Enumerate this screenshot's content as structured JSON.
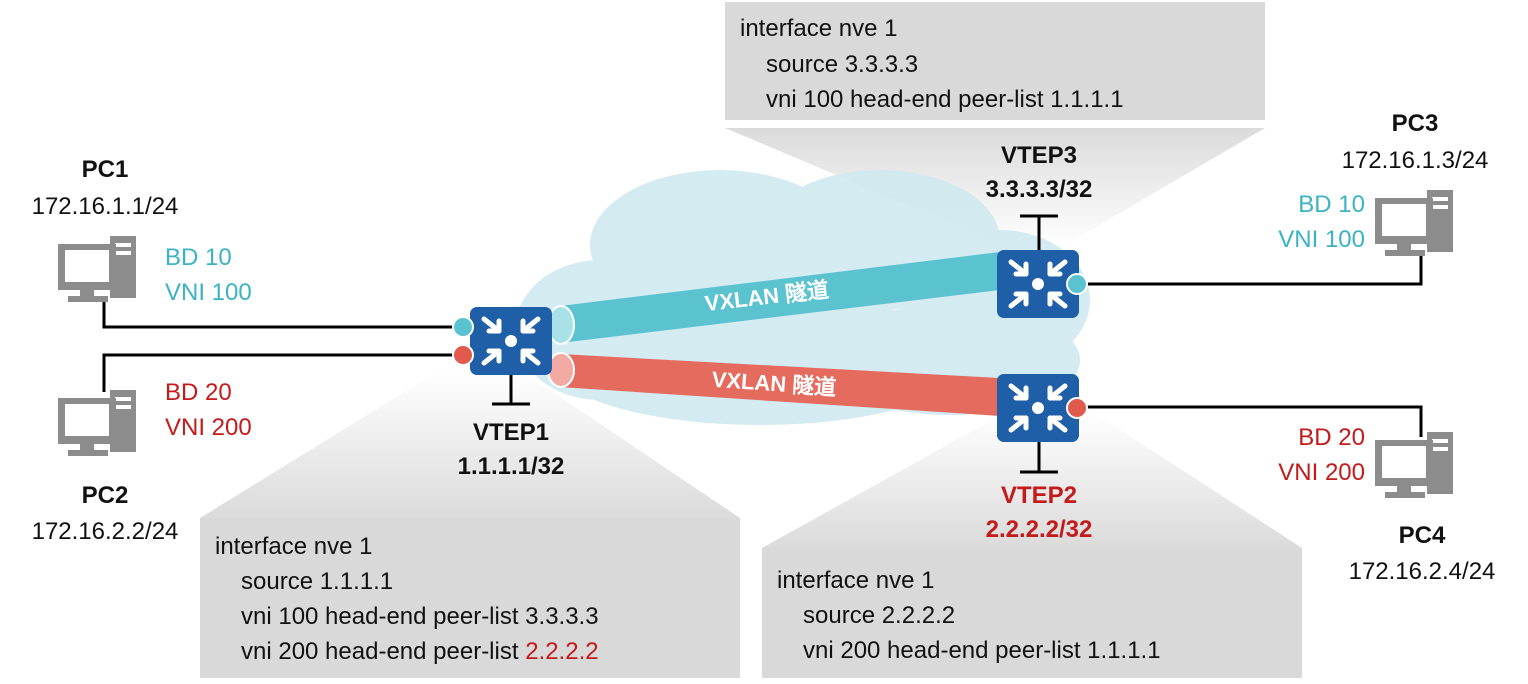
{
  "colors": {
    "teal": "#3bb3c3",
    "red": "#c41a1a",
    "tunnel_teal": "#5bc3d0",
    "tunnel_red": "#e66b5f",
    "switch_blue": "#1f5fa8",
    "cloud": "#cfe9f0",
    "config_box": "#d9d9d9"
  },
  "pcs": {
    "pc1": {
      "name": "PC1",
      "ip": "172.16.1.1/24",
      "bd": "BD 10",
      "vni": "VNI 100"
    },
    "pc2": {
      "name": "PC2",
      "ip": "172.16.2.2/24",
      "bd": "BD 20",
      "vni": "VNI 200"
    },
    "pc3": {
      "name": "PC3",
      "ip": "172.16.1.3/24",
      "bd": "BD 10",
      "vni": "VNI 100"
    },
    "pc4": {
      "name": "PC4",
      "ip": "172.16.2.4/24",
      "bd": "BD 20",
      "vni": "VNI 200"
    }
  },
  "vteps": {
    "vtep1": {
      "name": "VTEP1",
      "ip": "1.1.1.1/32"
    },
    "vtep2": {
      "name": "VTEP2",
      "ip": "2.2.2.2/32"
    },
    "vtep3": {
      "name": "VTEP3",
      "ip": "3.3.3.3/32"
    }
  },
  "tunnels": {
    "top": "VXLAN 隧道",
    "bottom": "VXLAN 隧道"
  },
  "configs": {
    "vtep3": {
      "line1": "interface nve 1",
      "line2": "source 3.3.3.3",
      "line3": "vni 100 head-end peer-list 1.1.1.1"
    },
    "vtep1": {
      "line1": "interface nve 1",
      "line2": "source 1.1.1.1",
      "line3": "vni 100 head-end peer-list 3.3.3.3",
      "line4_prefix": "vni 200 head-end peer-list ",
      "line4_peer": "2.2.2.2"
    },
    "vtep2": {
      "line1": "interface nve 1",
      "line2": "source 2.2.2.2",
      "line3": "vni 200 head-end peer-list 1.1.1.1"
    }
  }
}
